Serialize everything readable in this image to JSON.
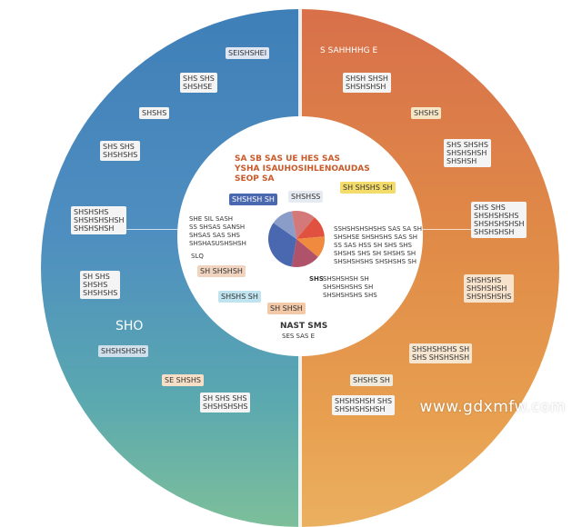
{
  "center": {
    "heading": "SA SB SAS UE HES SAS\nYSHA ISAUHOSIHLENOAUDAS\nSEOP SA",
    "title": "NAST SMS",
    "subtitle": "SES SAS E",
    "left_text": "SHE SIL SASH\nSS SHSAS SANSH\nSHSAS SAS SHS\nSHSHASUSHSHSH",
    "left_short": "SLQ",
    "right_text_1": "SSHSHSHSHSHS SAS SA SH\nSHSHSE SHSHSHS SAS SH",
    "right_text_2": "SS SAS HSS SH SHS SHS\nSHSHS SHS SH SHSHS SH\nSHSHSHSHS SHSHSHS SH",
    "bottom_right_text": "SHSHSHSH SH\nSHSHSHSHS SH\nSHSHSHSHS SHS",
    "bottom_right_tag": "SHS",
    "tags": [
      "SHSHSH SH",
      "SHSHSS",
      "SH SHSHS SH",
      "SH SHSHSH",
      "SHSHS SH",
      "SH SHSH"
    ]
  },
  "left_boxes": [
    "SEISHSHEI",
    "SHS SHS\nSHSHSE",
    "SHSHS",
    "SHS SHS\nSHSHSHS",
    "SHSHSHS\nSHSHSHSHSH\nSHSHSHSH",
    "SH SHS\nSHSHS\nSHSHSHS",
    "SHSHSHSHS",
    "SE SHSHS",
    "SH SHS SHS\nSHSHSHSHS"
  ],
  "left_labels": [
    "SHO"
  ],
  "right_boxes": [
    "S SAHHHHG E",
    "SHSH SHSH\nSHSHSHSH",
    "SHSHS",
    "SHS SHSHS\nSHSHSHSH\nSHSHSH",
    "SHS SHS\nSHSHSHSHS\nSHSHSHSHSH\nSHSHSHSH",
    "SHSHSHS\nSHSHSHSH\nSHSHSHSHS",
    "SHSHSHSHS SH\nSHS SHSHSHSH",
    "SHSHS SH",
    "SHSHSHSH SHS\nSHSHSHSHSH"
  ],
  "pie": [
    {
      "color": "#d4797a"
    },
    {
      "color": "#e0523f"
    },
    {
      "color": "#ef8a3f"
    },
    {
      "color": "#b0526a"
    },
    {
      "color": "#4a68b0"
    },
    {
      "color": "#8a9cc8"
    }
  ],
  "watermark": "www.gdxmfw.com",
  "colors": {
    "left": "#3f7fb8",
    "right": "#e08b48"
  }
}
